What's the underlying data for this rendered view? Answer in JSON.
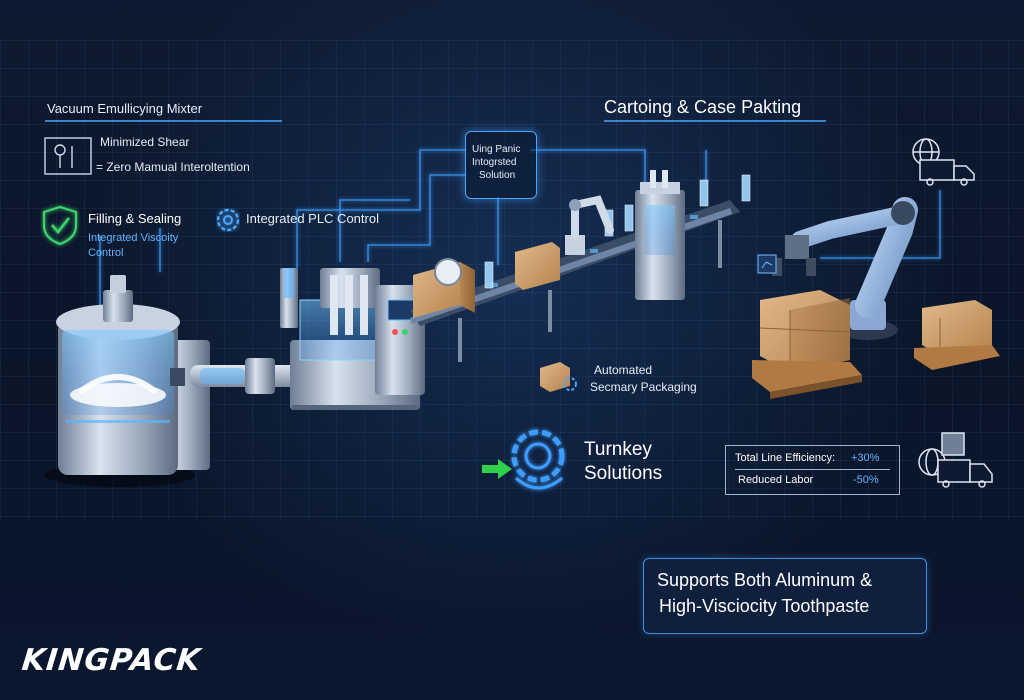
{
  "left_panel": {
    "title": "Vacuum Emullicying Mixter",
    "line1": "Minimized Shear",
    "line2": "= Zero Mamual Interoltention",
    "filling_label": "Filling & Sealing",
    "filling_sub1": "Integrated Viscoity",
    "filling_sub2": "Control",
    "plc_label": "Integrated PLC Control"
  },
  "callout": {
    "line1": "Uing Panic",
    "line2": "Intogrsted",
    "line3": "Solution"
  },
  "right_header": "Cartoing & Case Pakting",
  "secondary": {
    "line1": "Automated",
    "line2": "Secmary Packaging"
  },
  "turnkey": {
    "line1": "Turnkey",
    "line2": "Solutions"
  },
  "metrics": {
    "efficiency_label": "Total Line Efficiency:",
    "efficiency_value": "+30%",
    "labor_label": "Reduced Labor",
    "labor_value": "-50%"
  },
  "footer": {
    "line1": "Supports Both Aluminum &",
    "line2": "High-Visciocity Toothpaste"
  },
  "brand": "KINGPACK",
  "colors": {
    "accent_blue": "#4aa7ff",
    "check_green": "#3ed36a",
    "arrow_green": "#2fd14a",
    "metric_blue": "#62b4ff",
    "box_brown": "#c99a62"
  }
}
